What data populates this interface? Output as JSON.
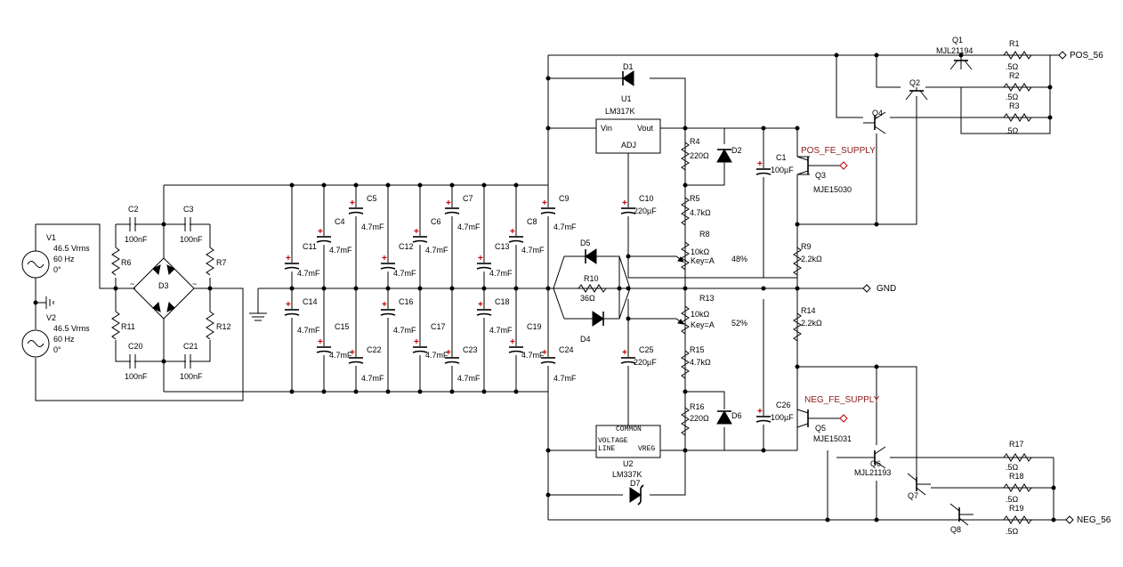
{
  "nets": {
    "pos_56": "POS_56",
    "neg_56": "NEG_56",
    "gnd": "GND",
    "pos_fe": "POS_FE_SUPPLY",
    "neg_fe": "NEG_FE_SUPPLY"
  },
  "sources": [
    {
      "ref": "V1",
      "l1": "46.5 Vrms",
      "l2": "60 Hz",
      "l3": "0°"
    },
    {
      "ref": "V2",
      "l1": "46.5 Vrms",
      "l2": "60 Hz",
      "l3": "0°"
    }
  ],
  "caps": [
    {
      "ref": "C2",
      "value": "100nF"
    },
    {
      "ref": "C3",
      "value": "100nF"
    },
    {
      "ref": "C20",
      "value": "100nF"
    },
    {
      "ref": "C21",
      "value": "100nF"
    },
    {
      "ref": "C11",
      "value": "4.7mF"
    },
    {
      "ref": "C4",
      "value": "4.7mF"
    },
    {
      "ref": "C5",
      "value": "4.7mF"
    },
    {
      "ref": "C12",
      "value": "4.7mF"
    },
    {
      "ref": "C6",
      "value": "4.7mF"
    },
    {
      "ref": "C7",
      "value": "4.7mF"
    },
    {
      "ref": "C13",
      "value": "4.7mF"
    },
    {
      "ref": "C8",
      "value": "4.7mF"
    },
    {
      "ref": "C9",
      "value": "4.7mF"
    },
    {
      "ref": "C14",
      "value": "4.7mF"
    },
    {
      "ref": "C15",
      "value": "4.7mF"
    },
    {
      "ref": "C22",
      "value": "4.7mF"
    },
    {
      "ref": "C16",
      "value": "4.7mF"
    },
    {
      "ref": "C17",
      "value": "4.7mF"
    },
    {
      "ref": "C23",
      "value": "4.7mF"
    },
    {
      "ref": "C18",
      "value": "4.7mF"
    },
    {
      "ref": "C19",
      "value": "4.7mF"
    },
    {
      "ref": "C24",
      "value": "4.7mF"
    },
    {
      "ref": "C10",
      "value": "220µF"
    },
    {
      "ref": "C25",
      "value": "220µF"
    },
    {
      "ref": "C1",
      "value": "100µF"
    },
    {
      "ref": "C26",
      "value": "100µF"
    }
  ],
  "resistors": [
    {
      "ref": "R6"
    },
    {
      "ref": "R7"
    },
    {
      "ref": "R11"
    },
    {
      "ref": "R12"
    },
    {
      "ref": "R10",
      "value": "36Ω"
    },
    {
      "ref": "R4",
      "value": "220Ω"
    },
    {
      "ref": "R5",
      "value": "4.7kΩ"
    },
    {
      "ref": "R15",
      "value": "4.7kΩ"
    },
    {
      "ref": "R16",
      "value": "220Ω"
    },
    {
      "ref": "R9",
      "value": "2.2kΩ"
    },
    {
      "ref": "R14",
      "value": "2.2kΩ"
    },
    {
      "ref": "R1",
      "value": ".5Ω"
    },
    {
      "ref": "R2",
      "value": ".5Ω"
    },
    {
      "ref": "R3",
      "value": ".5Ω"
    },
    {
      "ref": "R17",
      "value": ".5Ω"
    },
    {
      "ref": "R18",
      "value": ".5Ω"
    },
    {
      "ref": "R19",
      "value": ".5Ω"
    }
  ],
  "pots": [
    {
      "ref": "R8",
      "value": "10kΩ",
      "key": "Key=A",
      "setting": "48%"
    },
    {
      "ref": "R13",
      "value": "10kΩ",
      "key": "Key=A",
      "setting": "52%"
    }
  ],
  "diodes": [
    {
      "ref": "D1"
    },
    {
      "ref": "D2"
    },
    {
      "ref": "D3"
    },
    {
      "ref": "D4"
    },
    {
      "ref": "D5"
    },
    {
      "ref": "D6"
    },
    {
      "ref": "D7"
    }
  ],
  "regs": [
    {
      "ref": "U1",
      "part": "LM317K",
      "vin": "Vin",
      "vout": "Vout",
      "adj": "ADJ"
    },
    {
      "ref": "U2",
      "part": "LM337K",
      "common": "COMMON",
      "line": "VOLTAGE\nLINE",
      "vreg": "VREG"
    }
  ],
  "transistors": [
    {
      "ref": "Q1",
      "part": "MJL21194"
    },
    {
      "ref": "Q2"
    },
    {
      "ref": "Q3",
      "part": "MJE15030"
    },
    {
      "ref": "Q4"
    },
    {
      "ref": "Q5",
      "part": "MJE15031"
    },
    {
      "ref": "Q6",
      "part": "MJL21193"
    },
    {
      "ref": "Q7"
    },
    {
      "ref": "Q8"
    }
  ]
}
